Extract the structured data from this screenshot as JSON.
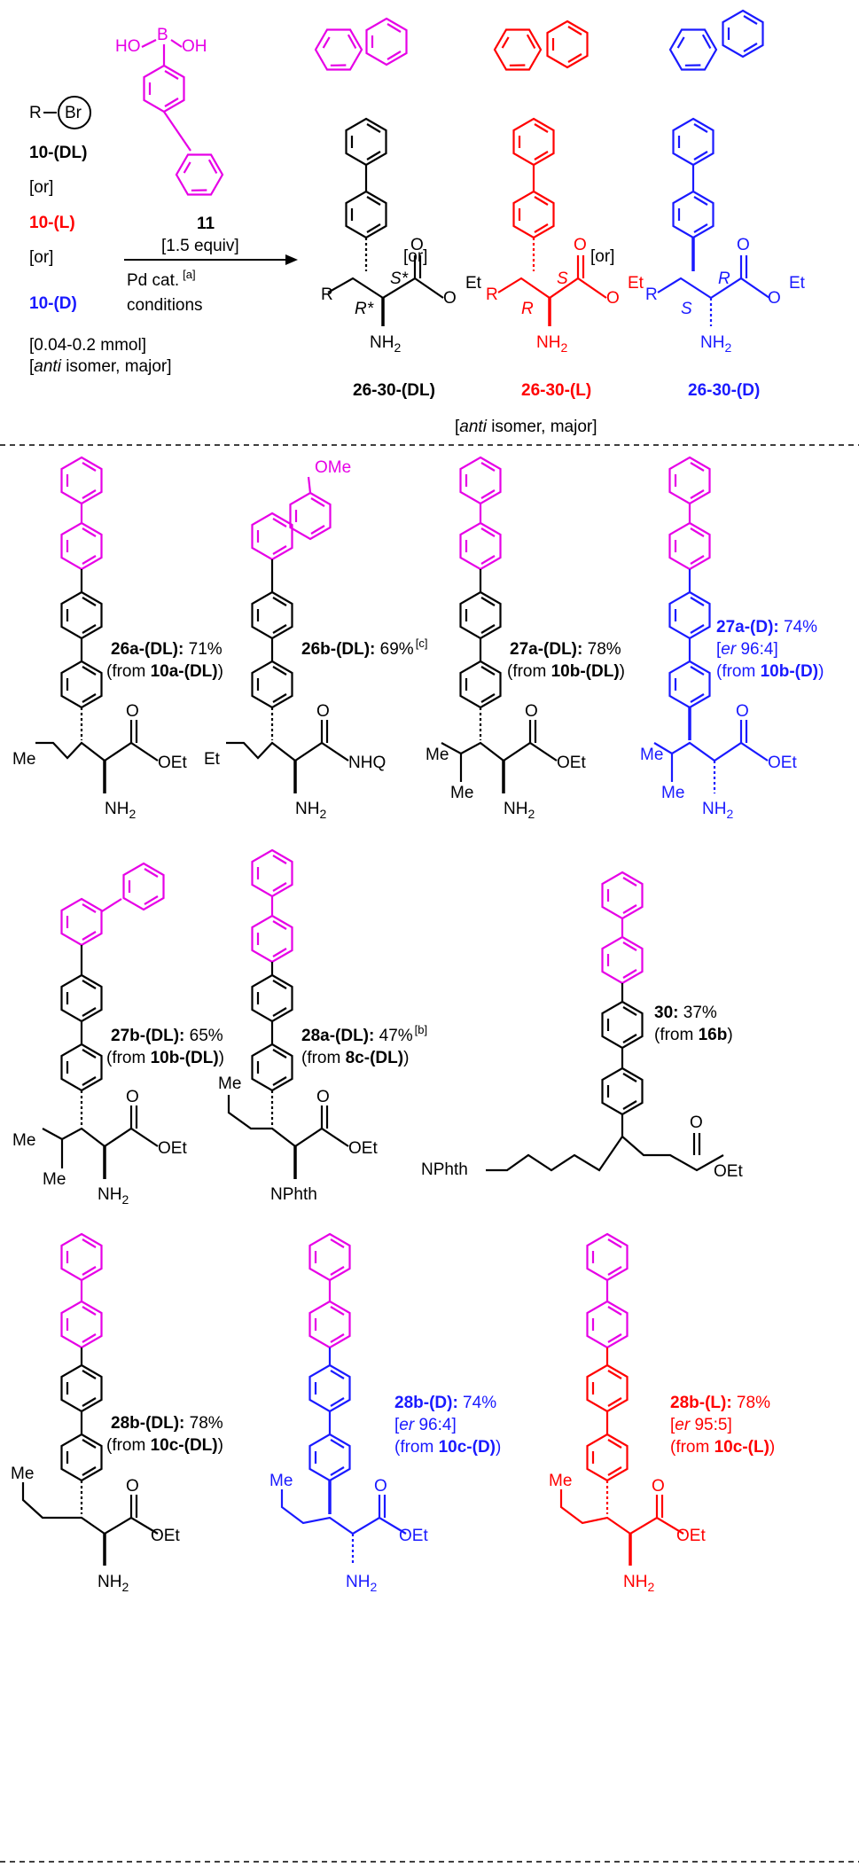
{
  "colors": {
    "black": "#000000",
    "magenta": "#e600e6",
    "red": "#ff0000",
    "blue": "#1a1aff"
  },
  "reaction": {
    "substrate_r": "R",
    "substrate_br": "Br",
    "sub_dl": "10-(DL)",
    "or1": "[or]",
    "sub_l": "10-(L)",
    "or2": "[or]",
    "sub_d": "10-(D)",
    "scale": "[0.04-0.2 mmol]",
    "anti_open": "[",
    "anti_word": "anti",
    "anti_close": " isomer, major]",
    "boronic_ho": "HO",
    "boronic_b": "B",
    "boronic_oh": "OH",
    "reagent_id": "11",
    "reagent_equiv": "[1.5 equiv]",
    "catalyst": "Pd cat.",
    "catalyst_note": "[a]",
    "conditions": "conditions",
    "prod_or1": "[or]",
    "prod_or2": "[or]",
    "prod_dl": "26-30-(DL)",
    "prod_l": "26-30-(L)",
    "prod_d": "26-30-(D)",
    "prod_anti_open": "[",
    "prod_anti_word": "anti",
    "prod_anti_close": " isomer, major]",
    "stereo_dl_a": "R*",
    "stereo_dl_b": "S*",
    "stereo_l_a": "R",
    "stereo_l_b": "S",
    "stereo_d_a": "S",
    "stereo_d_b": "R"
  },
  "atoms": {
    "o": "O",
    "oet": "OEt",
    "et": "Et",
    "nh2": "NH2",
    "nh": "NH",
    "sub2": "2",
    "me": "Me",
    "ome": "OMe",
    "nhq": "NHQ",
    "nphth": "NPhth",
    "r": "R"
  },
  "compounds": [
    {
      "id": "26a-(DL):",
      "yield": " 71%",
      "src_pre": "(from ",
      "src": "10a-(DL)",
      "src_post": ")"
    },
    {
      "id": "26b-(DL):",
      "yield": " 69%",
      "note": "[c]"
    },
    {
      "id": "27a-(DL):",
      "yield": " 78%",
      "src_pre": "(from ",
      "src": "10b-(DL)",
      "src_post": ")"
    },
    {
      "id": "27a-(D):",
      "yield": " 74%",
      "er_open": "[",
      "er_word": "er",
      "er_val": " 96:4]",
      "src_pre": "(from ",
      "src": "10b-(D)",
      "src_post": ")"
    },
    {
      "id": "27b-(DL):",
      "yield": " 65%",
      "src_pre": "(from ",
      "src": "10b-(DL)",
      "src_post": ")"
    },
    {
      "id": "28a-(DL):",
      "yield": " 47%",
      "note": "[b]",
      "src_pre": "(from ",
      "src": "8c-(DL)",
      "src_post": ")"
    },
    {
      "id": "30:",
      "yield": " 37%",
      "src_pre": "(from ",
      "src": "16b",
      "src_post": ")"
    },
    {
      "id": "28b-(DL):",
      "yield": " 78%",
      "src_pre": "(from ",
      "src": "10c-(DL)",
      "src_post": ")"
    },
    {
      "id": "28b-(D):",
      "yield": " 74%",
      "er_open": "[",
      "er_word": "er",
      "er_val": " 96:4]",
      "src_pre": "(from ",
      "src": "10c-(D)",
      "src_post": ")"
    },
    {
      "id": "28b-(L):",
      "yield": " 78%",
      "er_open": "[",
      "er_word": "er",
      "er_val": " 95:5]",
      "src_pre": "(from ",
      "src": "10c-(L)",
      "src_post": ")"
    }
  ]
}
